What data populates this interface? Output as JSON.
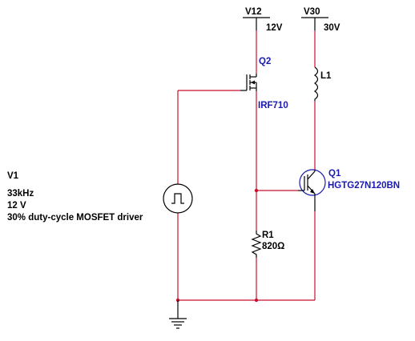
{
  "rails": {
    "v12": {
      "name": "V12",
      "value": "12V"
    },
    "v30": {
      "name": "V30",
      "value": "30V"
    }
  },
  "q2": {
    "ref": "Q2",
    "part": "IRF710"
  },
  "q1": {
    "ref": "Q1",
    "part": "HGTG27N120BN"
  },
  "l1": {
    "ref": "L1"
  },
  "r1": {
    "ref": "R1",
    "value": "820Ω"
  },
  "v1": {
    "ref": "V1",
    "freq": "33kHz",
    "amplitude": "12 V",
    "description": "30% duty-cycle MOSFET driver"
  },
  "colors": {
    "wire": "#c8102e",
    "component": "#000000",
    "part_label": "#1a1ab0"
  }
}
